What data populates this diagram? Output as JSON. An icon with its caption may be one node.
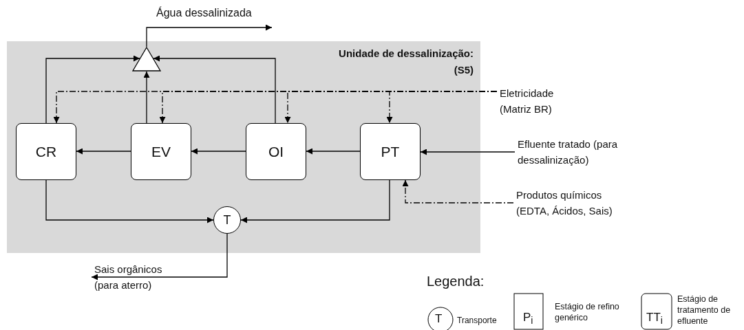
{
  "diagram": {
    "nodes": [
      {
        "text": [
          "Unidade de dessalinização: (S5)"
        ]
      },
      {
        "text": [
          "CR"
        ],
        "in": 0
      },
      {
        "text": [
          "EV"
        ],
        "in": 0
      },
      {
        "text": [
          "OI"
        ],
        "in": 0
      },
      {
        "text": [
          "PT"
        ],
        "in": 0
      },
      {
        "text": [
          "T"
        ],
        "in": 0
      },
      {
        "text": [],
        "shape": "triangle",
        "in": 0
      },
      {
        "text": [
          "Efluente tratado (para dessalinização)"
        ]
      },
      {
        "text": [
          "Sais orgânicos (para aterro)"
        ]
      },
      {
        "text": [
          "Eletricidade (Matriz BR)"
        ]
      },
      {
        "text": [
          "Produtos químicos (EDTA, Ácidos, Sais)"
        ]
      }
    ],
    "edges": [
      {
        "from": 1,
        "to": 6,
        "arrow": "to"
      },
      {
        "from": 3,
        "to": 6,
        "arrow": "to"
      },
      {
        "from": 2,
        "to": 6,
        "arrow": "to"
      },
      {
        "from": 6,
        "to": null,
        "arrow": "to",
        "label": "Água dessalinizada"
      },
      {
        "from": 2,
        "to": 1,
        "arrow": "to"
      },
      {
        "from": 3,
        "to": 2,
        "arrow": "to"
      },
      {
        "from": 4,
        "to": 3,
        "arrow": "to"
      },
      {
        "from": 7,
        "to": 4,
        "arrow": "to"
      },
      {
        "from": 1,
        "to": 5,
        "arrow": "to"
      },
      {
        "from": 4,
        "to": 5,
        "arrow": "to"
      },
      {
        "from": 5,
        "to": 8,
        "arrow": "to"
      },
      {
        "from": 9,
        "to": 1,
        "arrow": "to",
        "style": "dashed"
      },
      {
        "from": 9,
        "to": 2,
        "arrow": "to",
        "style": "dashed"
      },
      {
        "from": 9,
        "to": 3,
        "arrow": "to",
        "style": "dashed"
      },
      {
        "from": 9,
        "to": 4,
        "arrow": "to",
        "style": "dashed"
      },
      {
        "from": 10,
        "to": 4,
        "arrow": "to",
        "style": "dashed"
      }
    ],
    "labels": [
      "Legenda:",
      "T",
      "P$_{i}$",
      "TT$_{i}$"
    ],
    "legend": [
      {
        "text": "Transporte"
      },
      {
        "text": "Estágio de refino genérico"
      },
      {
        "text": "Estágio de tratamento de efluente"
      }
    ]
  }
}
